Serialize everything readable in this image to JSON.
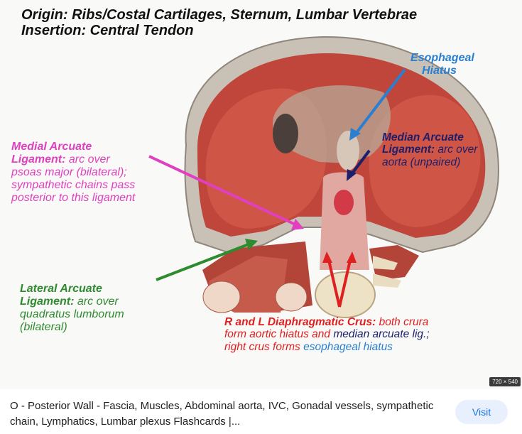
{
  "image": {
    "header_line1": "Origin: Ribs/Costal Cartilages, Sternum, Lumbar Vertebrae",
    "header_line2": "Insertion: Central Tendon",
    "esophageal": {
      "line1": "Esophageal",
      "line2": "Hiatus",
      "color": "#2a7fd0"
    },
    "median": {
      "line1": "Median Arcuate",
      "line2_bold": "Ligament:",
      "line2_rest": " arc over",
      "line3": "aorta (unpaired)",
      "color": "#1c1f6b"
    },
    "medial": {
      "line1": "Medial Arcuate",
      "line2_bold": "Ligament:",
      "line2_rest": " arc over",
      "line3": "psoas major (bilateral);",
      "line4": "sympathetic chains pass",
      "line5": "posterior to this ligament",
      "color": "#e040c0"
    },
    "lateral": {
      "line1": "Lateral Arcuate",
      "line2_bold": "Ligament:",
      "line2_rest": " arc over",
      "line3": "quadratus lumborum",
      "line4": "(bilateral)",
      "color": "#2e8b2e"
    },
    "crus": {
      "line1_bold": "R and L Diaphragmatic Crus:",
      "line1_rest": " both crura",
      "line2": "form aortic hiatus and ",
      "line2_dark": "median arcuate lig.;",
      "line3": "right crus forms ",
      "line3_blue": "esophageal hiatus",
      "color": "#e02020",
      "dark_color": "#1c1f6b",
      "blue_color": "#2a7fd0"
    },
    "dimensions": "720 × 540"
  },
  "result": {
    "caption": "O - Posterior Wall - Fascia, Muscles, Abdominal aorta, IVC, Gonadal vessels, sympathetic chain, Lymphatics, Lumbar plexus Flashcards |...",
    "visit_label": "Visit"
  }
}
